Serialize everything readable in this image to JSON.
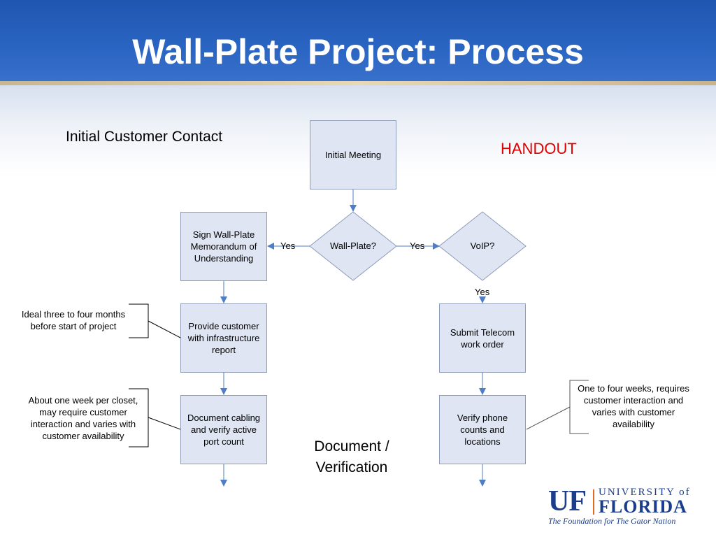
{
  "slide": {
    "title": "Wall-Plate Project: Process",
    "stage_labels": {
      "initial": "Initial Customer Contact",
      "handout": "HANDOUT",
      "doc_line1": "Document /",
      "doc_line2": "Verification"
    },
    "colors": {
      "header": "#2a64c2",
      "box_fill": "#dfe5f2",
      "arrow": "#4f7ec6",
      "handout": "#e00000"
    }
  },
  "flow": {
    "initial_meeting": "Initial Meeting",
    "wall_plate_decision": "Wall-Plate?",
    "voip_decision": "VoIP?",
    "sign_mou": "Sign Wall-Plate Memorandum of Understanding",
    "provide_report": "Provide customer with infrastructure report",
    "document_cabling": "Document cabling and verify active port count",
    "submit_telecom": "Submit Telecom work order",
    "verify_phone": "Verify phone counts and locations",
    "edge_yes_left": "Yes",
    "edge_yes_right": "Yes",
    "edge_yes_down": "Yes"
  },
  "notes": {
    "report_timing": "Ideal three to four months before start of project",
    "cabling_timing": "About one week per closet, may require customer interaction and varies with customer availability",
    "phone_timing": "One to four weeks, requires customer interaction and varies with customer availability"
  },
  "logo": {
    "uf": "UF",
    "university_of": "UNIVERSITY of",
    "florida": "FLORIDA",
    "tagline": "The Foundation for The Gator Nation"
  }
}
